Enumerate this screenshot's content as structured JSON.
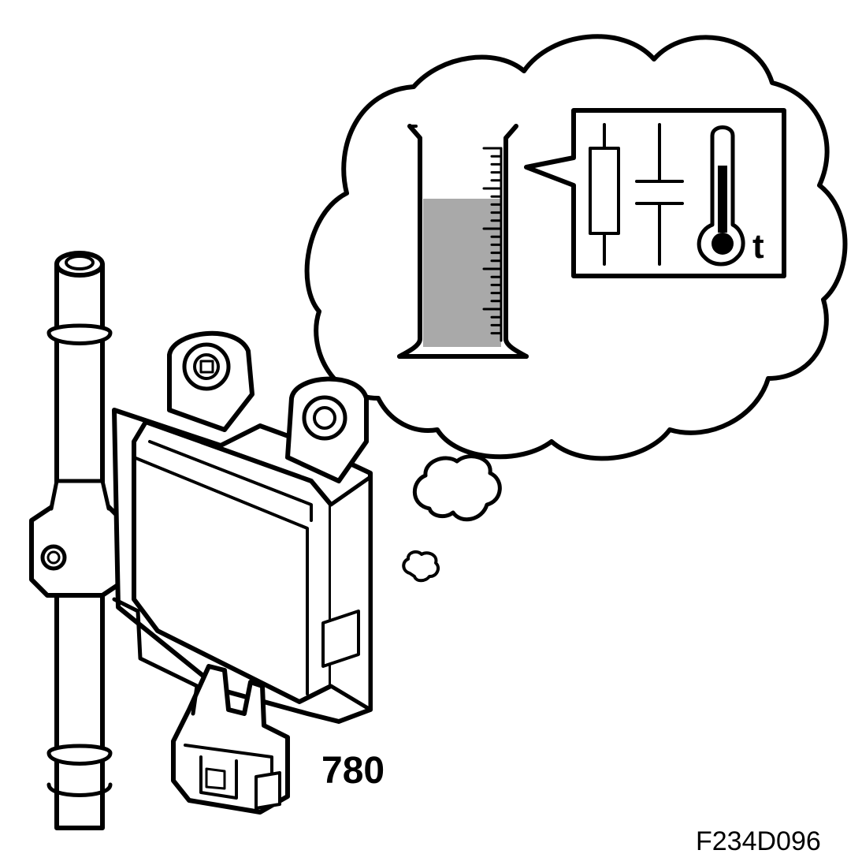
{
  "figure": {
    "part_number": "780",
    "figure_code": "F234D096",
    "thermometer_symbol": "t"
  },
  "colors": {
    "line": "#000000",
    "background": "#ffffff",
    "liquid_fill": "#a9a9a9"
  },
  "icons": [
    "fuel-pipe",
    "sensor-module",
    "thought-bubble",
    "measuring-cylinder",
    "resistor-icon",
    "capacitor-icon",
    "thermometer-icon"
  ]
}
